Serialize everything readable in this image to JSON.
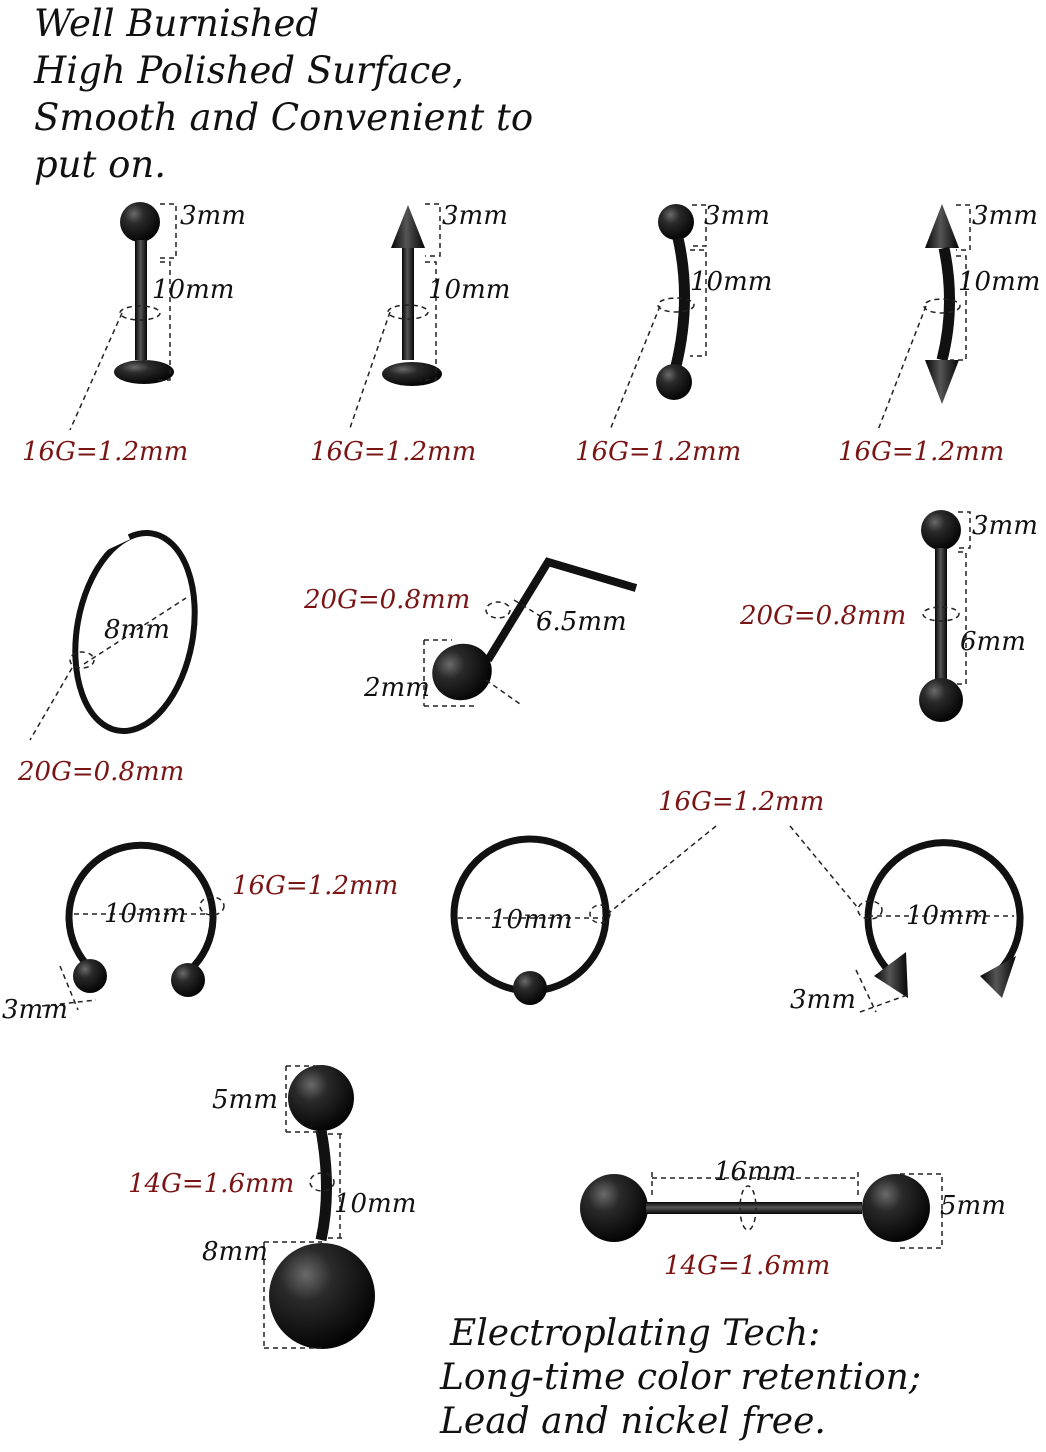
{
  "headline": {
    "line1": "Well Burnished",
    "line2": "High Polished Surface,",
    "line3": "Smooth and Convenient to",
    "line4": "put on."
  },
  "items": [
    {
      "name": "labret-ball",
      "top": "3mm",
      "length": "10mm",
      "gauge": "16G=1.2mm"
    },
    {
      "name": "labret-spike",
      "top": "3mm",
      "length": "10mm",
      "gauge": "16G=1.2mm"
    },
    {
      "name": "curved-barbell-ball",
      "top": "3mm",
      "length": "10mm",
      "gauge": "16G=1.2mm"
    },
    {
      "name": "curved-barbell-spike",
      "top": "3mm",
      "length": "10mm",
      "gauge": "16G=1.2mm"
    },
    {
      "name": "nose-hoop",
      "diameter": "8mm",
      "gauge": "20G=0.8mm"
    },
    {
      "name": "nose-screw",
      "gauge": "20G=0.8mm",
      "length": "6.5mm",
      "top": "2mm"
    },
    {
      "name": "nose-barbell",
      "top": "3mm",
      "gauge": "20G=0.8mm",
      "length": "6mm"
    },
    {
      "name": "horseshoe-ball",
      "gauge": "16G=1.2mm",
      "diameter": "10mm",
      "ball": "3mm"
    },
    {
      "name": "captive-ring",
      "diameter": "10mm"
    },
    {
      "name": "horseshoe-spike",
      "diameter": "10mm",
      "spike": "3mm"
    },
    {
      "name": "belly-ring",
      "top": "5mm",
      "gauge": "14G=1.6mm",
      "length": "10mm",
      "bottom": "8mm"
    },
    {
      "name": "straight-barbell",
      "length": "16mm",
      "ball": "5mm",
      "gauge": "14G=1.6mm"
    }
  ],
  "shared_gauge": "16G=1.2mm",
  "footer": {
    "line1": "Electroplating Tech:",
    "line2": "Long-time color retention;",
    "line3": "Lead and nickel free."
  }
}
